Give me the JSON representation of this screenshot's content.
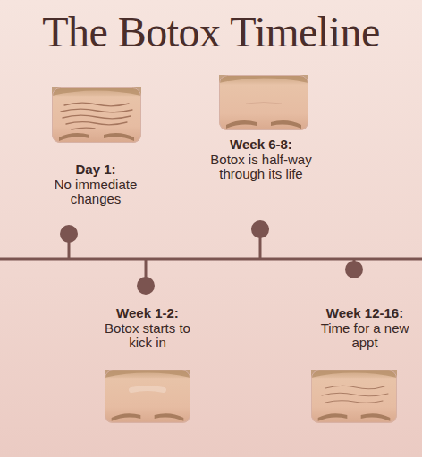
{
  "diagram": {
    "title": "The Botox Timeline",
    "nodes": [
      {
        "text": [
          "Day 1:",
          "No immediate changes"
        ]
      },
      {
        "text": [
          "Week 1-2:",
          "Botox starts to kick in"
        ]
      },
      {
        "text": [
          "Week 6-8:",
          "Botox is half-way through its life"
        ]
      },
      {
        "text": [
          "Week 12-16:",
          "Time for a new appt"
        ]
      }
    ]
  }
}
